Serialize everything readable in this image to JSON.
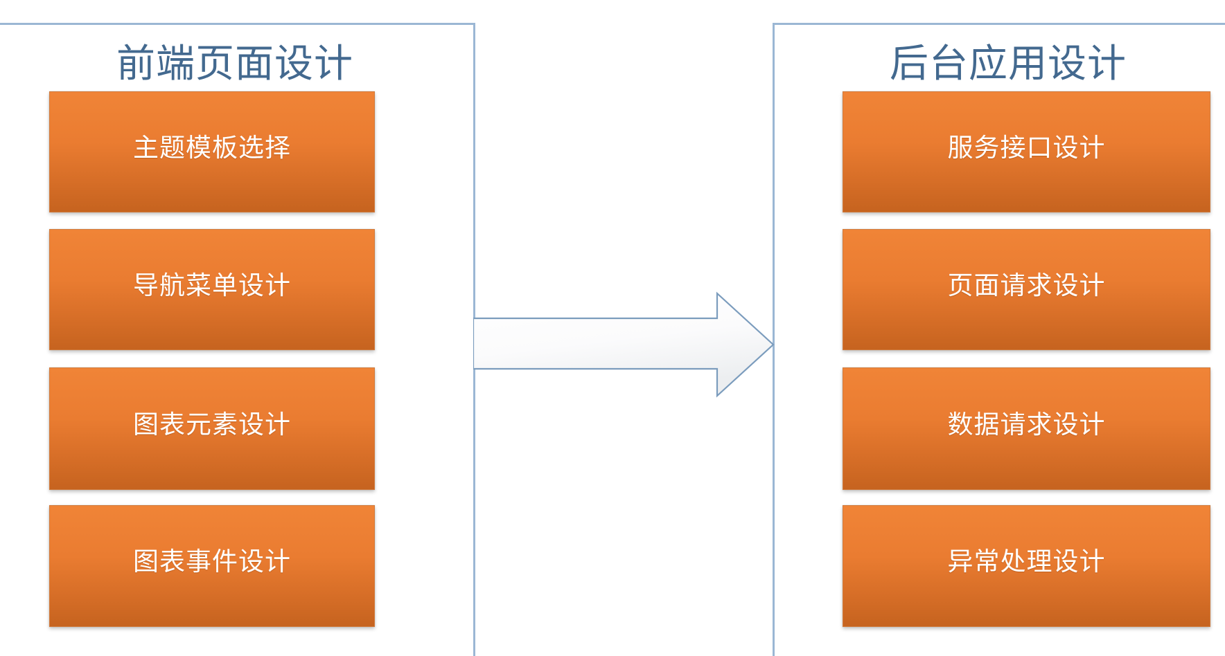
{
  "diagram": {
    "type": "two-panel-process-flow",
    "background_color": "#ffffff",
    "accent_box_color": "#e87d2f",
    "accent_border_color": "#9bb7d4",
    "title_color": "#43698f",
    "left_panel": {
      "title": "前端页面设计",
      "boxes": [
        {
          "label": "主题模板选择"
        },
        {
          "label": "导航菜单设计"
        },
        {
          "label": "图表元素设计"
        },
        {
          "label": "图表事件设计"
        }
      ]
    },
    "right_panel": {
      "title": "后台应用设计",
      "boxes": [
        {
          "label": "服务接口设计"
        },
        {
          "label": "页面请求设计"
        },
        {
          "label": "数据请求设计"
        },
        {
          "label": "异常处理设计"
        }
      ]
    },
    "connector": {
      "icon": "right-arrow-icon",
      "direction": "left-to-right",
      "fill_color": "#f6f7f8",
      "stroke_color": "#7b9cbd"
    }
  }
}
